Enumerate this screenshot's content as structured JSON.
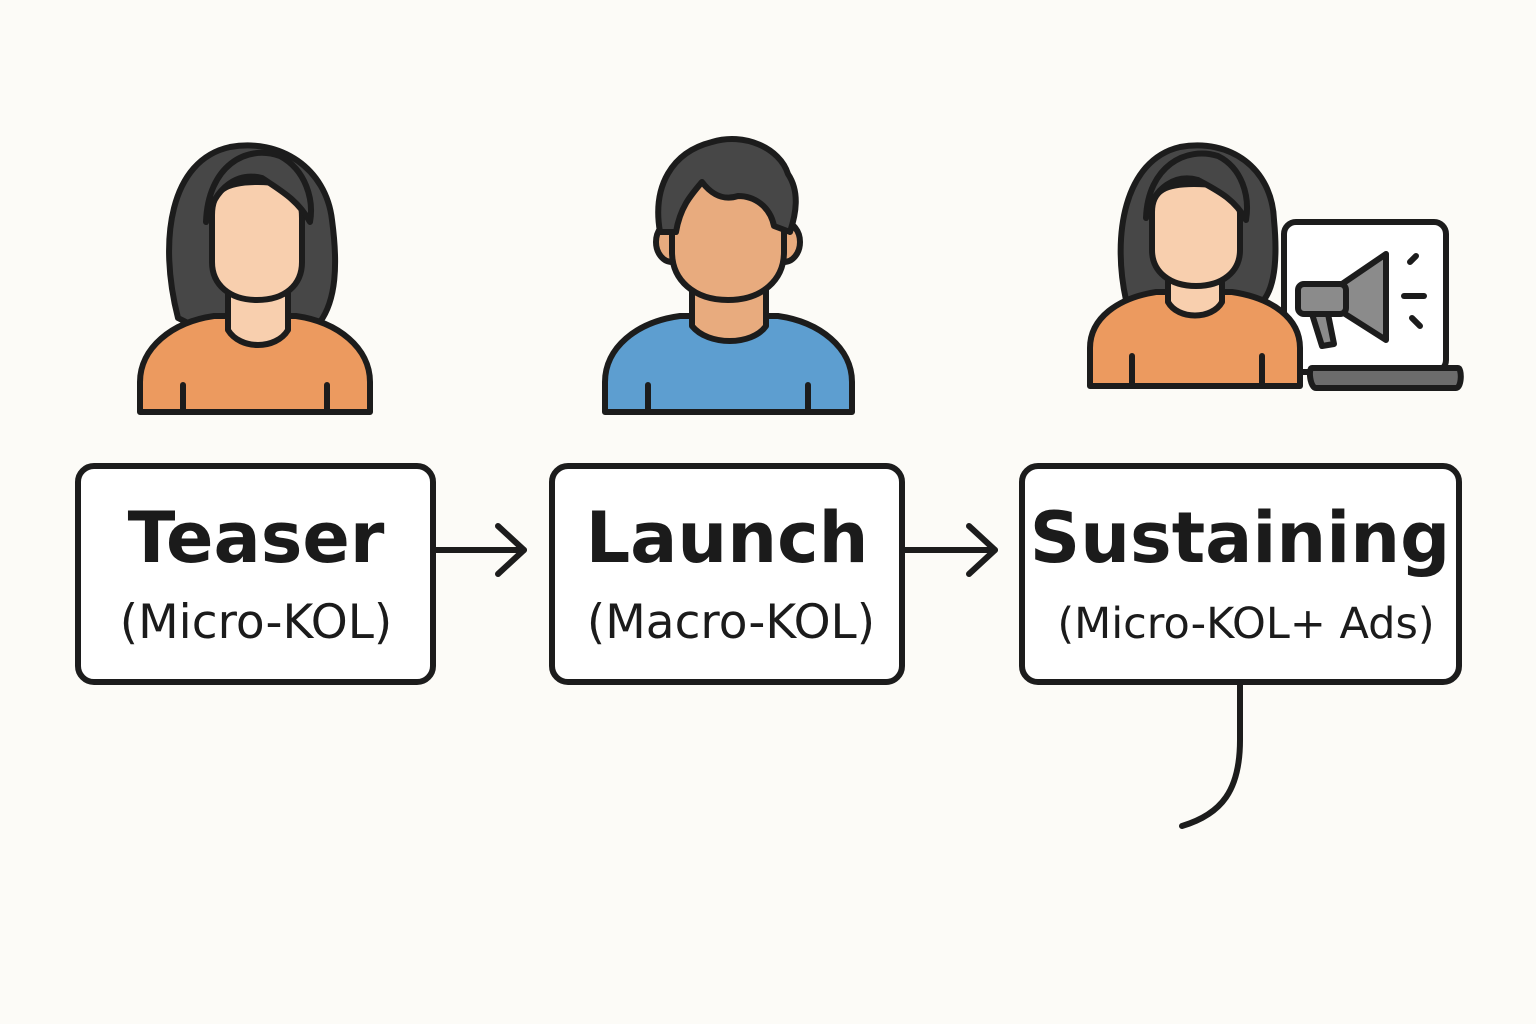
{
  "colors": {
    "background": "#fcfbf7",
    "outline": "#1c1c1c",
    "skin_light": "#f8cfae",
    "skin_tan": "#e8ab7e",
    "hair": "#474747",
    "shirt_orange": "#ec9a5f",
    "shirt_blue": "#5d9ed0",
    "megaphone_gray": "#8b8b8b"
  },
  "stages": [
    {
      "title": "Teaser",
      "subtitle": "(Micro-KOL)",
      "icon": "female-person-icon"
    },
    {
      "title": "Launch",
      "subtitle": "(Macro-KOL)",
      "icon": "male-person-icon"
    },
    {
      "title": "Sustaining",
      "subtitle": "(Micro-KOL+ Ads)",
      "icon": "female-person-with-laptop-megaphone-icon"
    }
  ],
  "connectors": [
    "arrow-right-icon",
    "arrow-right-icon",
    "curved-tail-line"
  ]
}
